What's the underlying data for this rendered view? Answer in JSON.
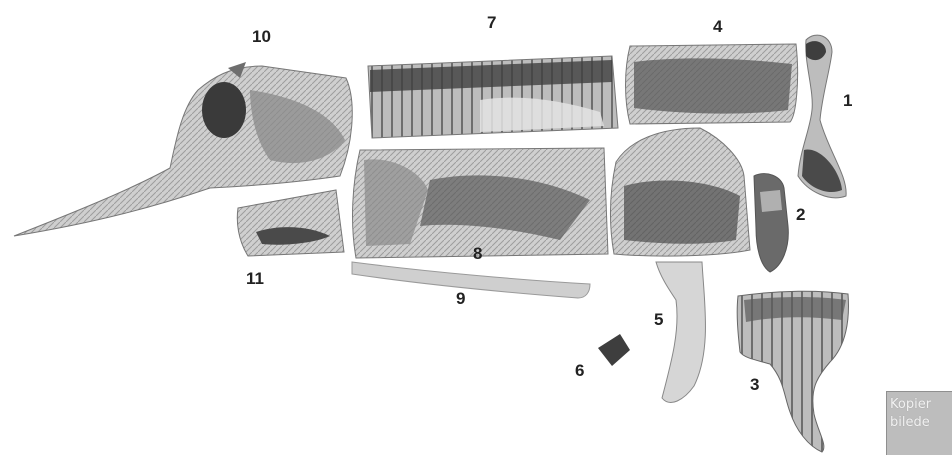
{
  "labels": {
    "cut_1": "1",
    "cut_2": "2",
    "cut_3": "3",
    "cut_4": "4",
    "cut_5": "5",
    "cut_6": "6",
    "cut_7": "7",
    "cut_8": "8",
    "cut_9": "9",
    "cut_10": "10",
    "cut_11": "11"
  },
  "badge": {
    "line1": "Kopier",
    "line2": "bilede"
  },
  "colors": {
    "background": "#ffffff",
    "meat_light": "#d2d2d2",
    "meat_mid": "#8a8a8a",
    "meat_dark": "#3a3a3a",
    "label": "#222222",
    "badge": "#bdbdbd"
  }
}
